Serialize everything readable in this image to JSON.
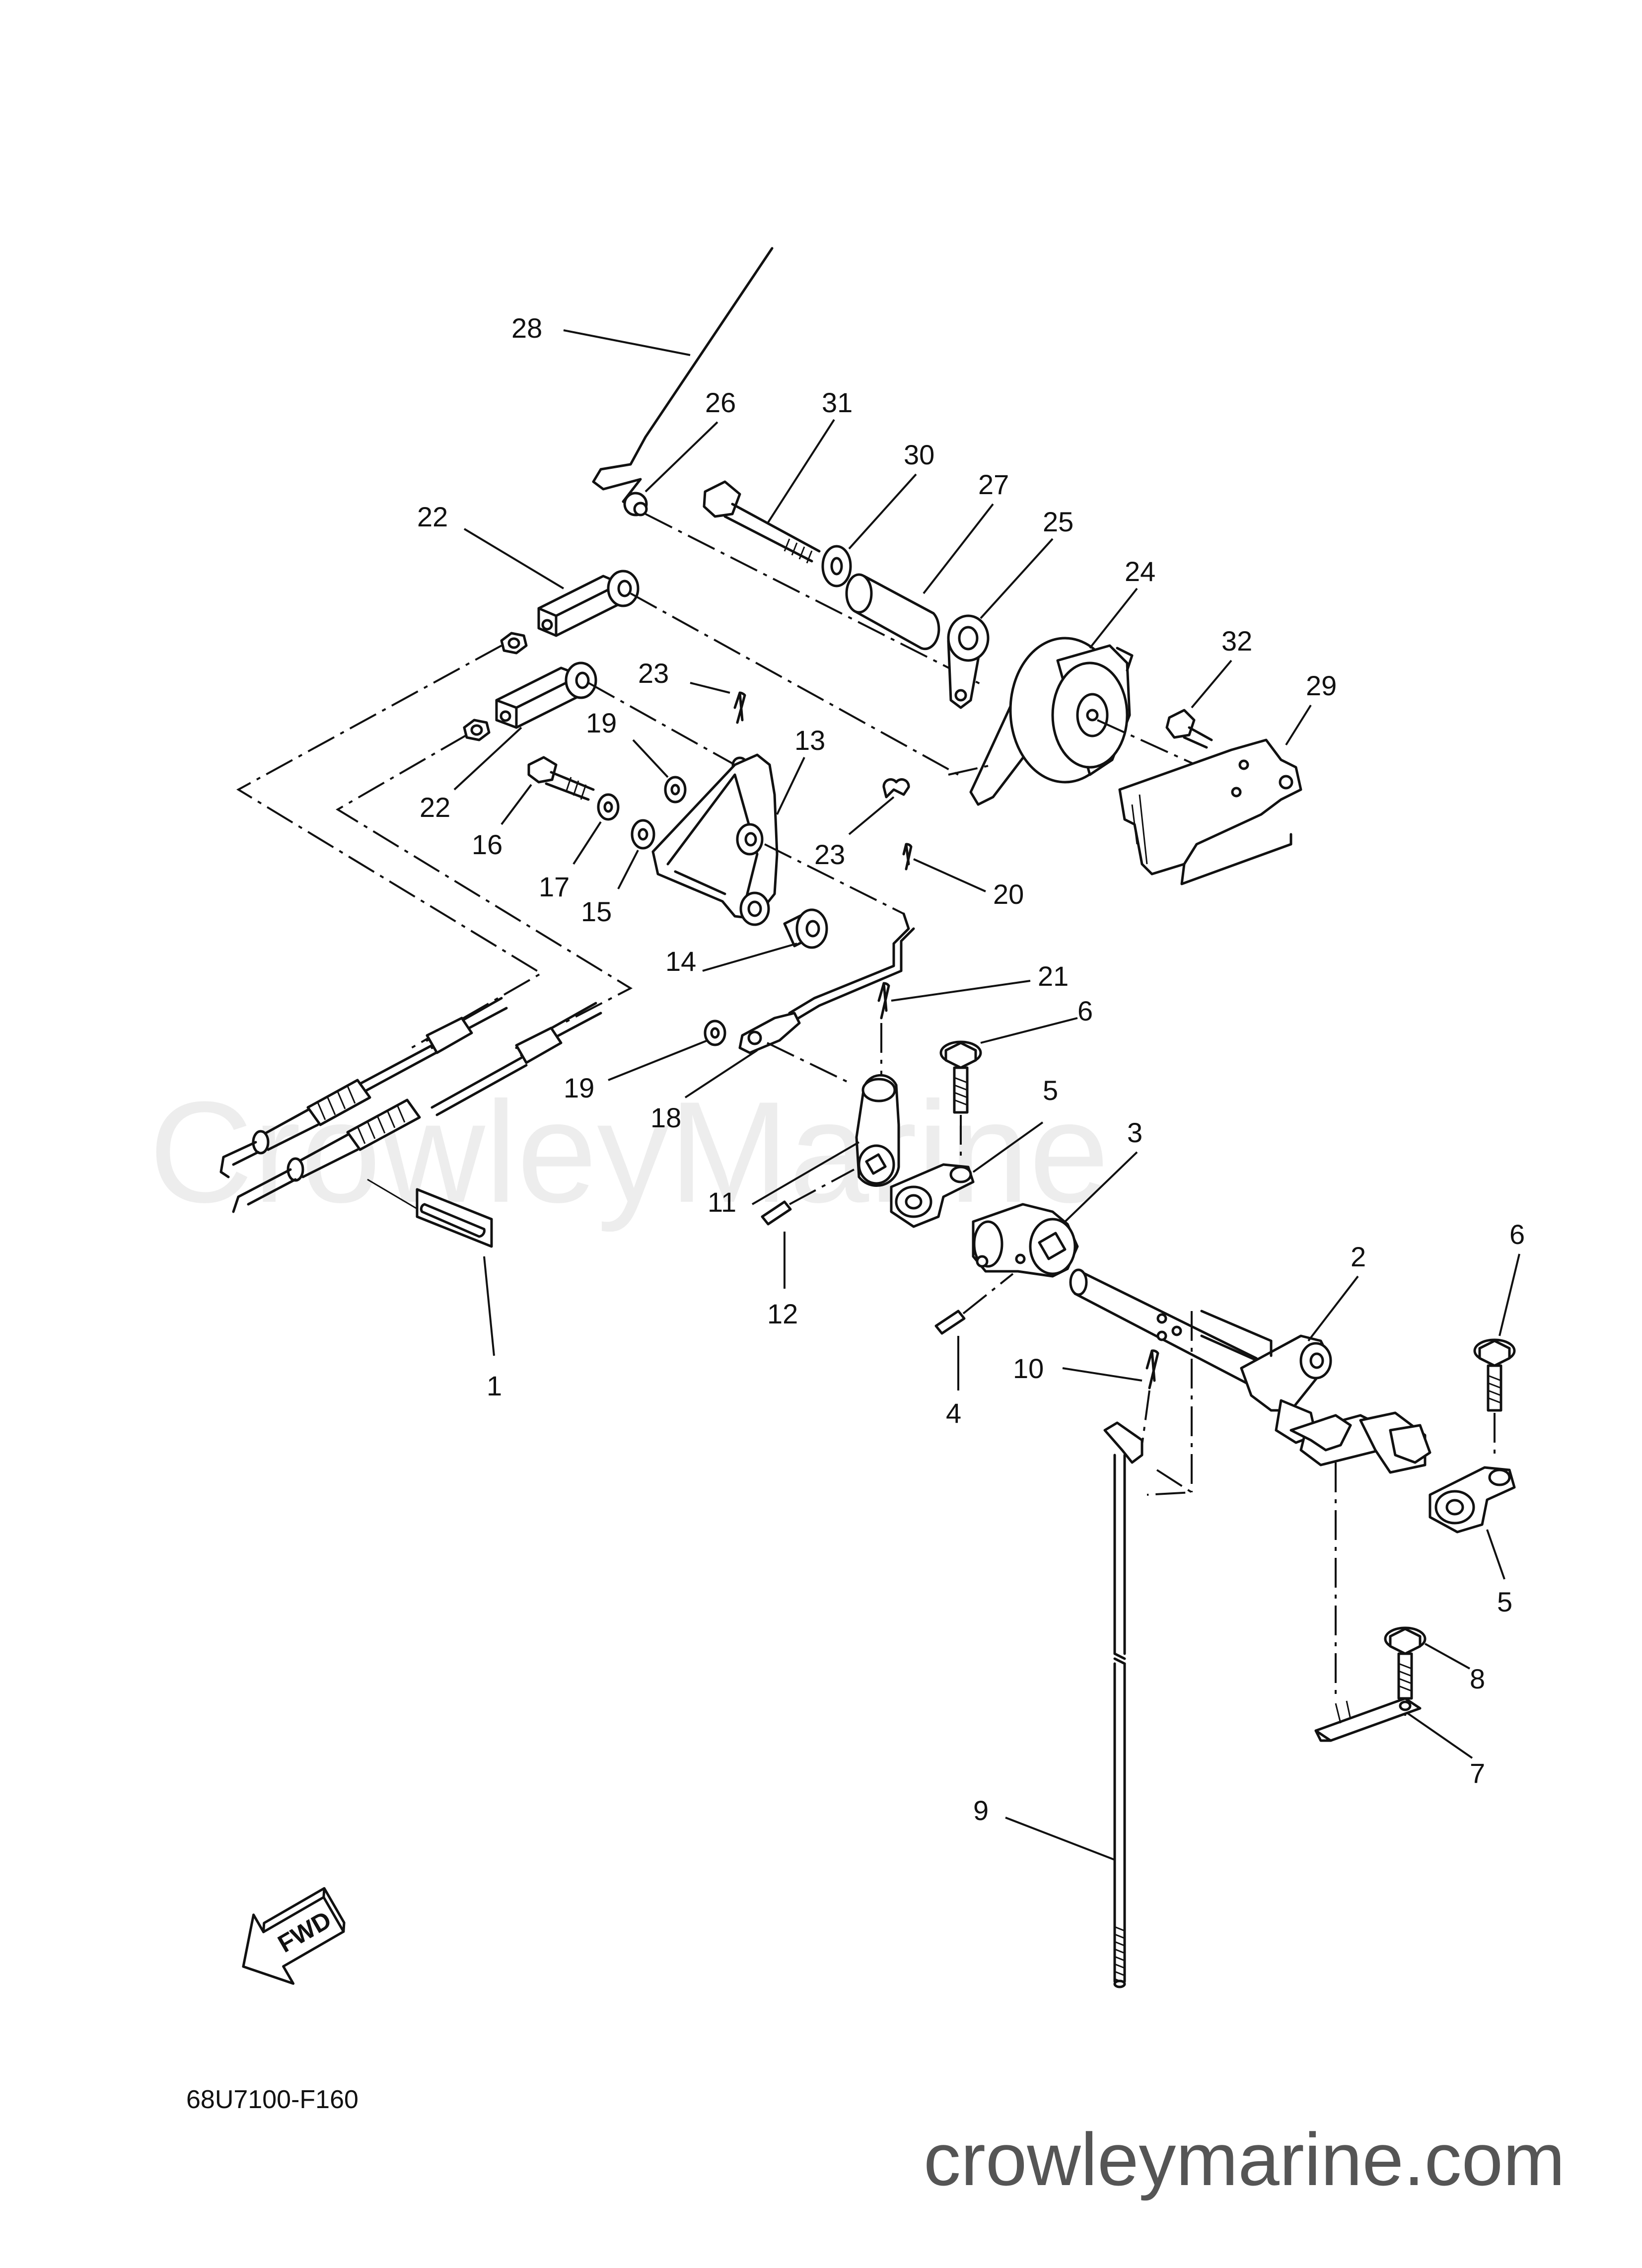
{
  "diagram": {
    "drawing_code": "68U7100-F160",
    "watermark": "CrowleyMarine",
    "website": "crowleymarine.com",
    "fwd_arrow": {
      "icon": "fwd-arrow-icon",
      "label": "FWD"
    },
    "callouts": {
      "c1": "1",
      "c2": "2",
      "c3": "3",
      "c4": "4",
      "c5a": "5",
      "c5b": "5",
      "c6a": "6",
      "c6b": "6",
      "c7": "7",
      "c8": "8",
      "c9": "9",
      "c10": "10",
      "c11": "11",
      "c12": "12",
      "c13": "13",
      "c14": "14",
      "c15": "15",
      "c16": "16",
      "c17": "17",
      "c18": "18",
      "c19a": "19",
      "c19b": "19",
      "c20": "20",
      "c21": "21",
      "c22a": "22",
      "c22b": "22",
      "c23a": "23",
      "c23b": "23",
      "c24": "24",
      "c25": "25",
      "c26": "26",
      "c27": "27",
      "c28": "28",
      "c29": "29",
      "c30": "30",
      "c31": "31",
      "c32": "32"
    }
  }
}
